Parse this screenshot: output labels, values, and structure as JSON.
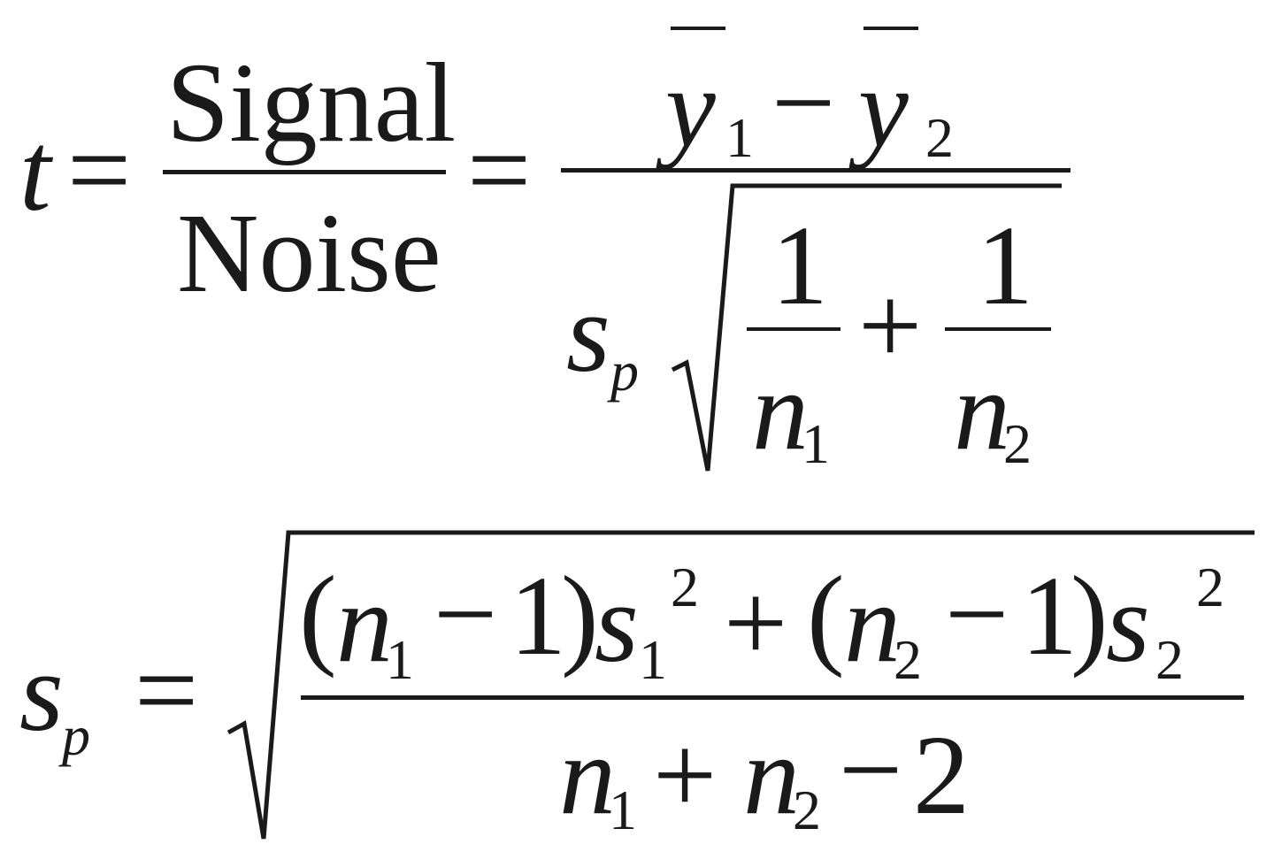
{
  "equation1": {
    "lhs": "t",
    "equals": "=",
    "frac_num": "Signal",
    "frac_den": "Noise",
    "equals2": "=",
    "ybar": "y",
    "sub1": "1",
    "minus": "−",
    "sub2": "2",
    "s": "s",
    "p": "p",
    "one": "1",
    "plus": "+",
    "n": "n"
  },
  "equation2": {
    "lhs_s": "s",
    "lhs_p": "p",
    "equals": "=",
    "lparen": "(",
    "rparen": ")",
    "n": "n",
    "sub1": "1",
    "sub2": "2",
    "minus": "−",
    "one": "1",
    "s": "s",
    "sq": "2",
    "plus": "+",
    "two": "2"
  }
}
